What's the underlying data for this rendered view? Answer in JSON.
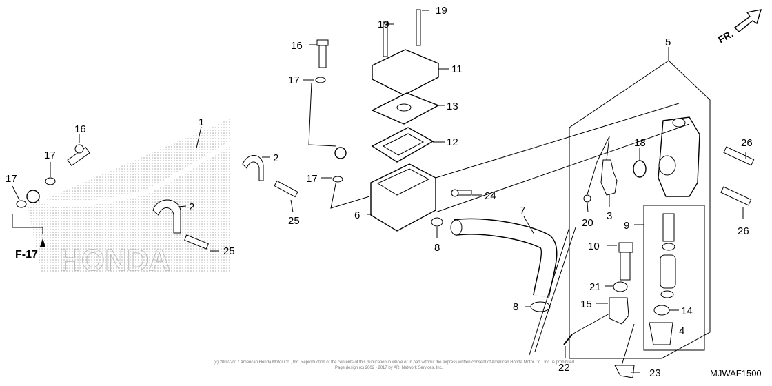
{
  "callouts": [
    {
      "id": "c1",
      "label": "1"
    },
    {
      "id": "c2a",
      "label": "2"
    },
    {
      "id": "c2b",
      "label": "2"
    },
    {
      "id": "c3",
      "label": "3"
    },
    {
      "id": "c4",
      "label": "4"
    },
    {
      "id": "c5",
      "label": "5"
    },
    {
      "id": "c6",
      "label": "6"
    },
    {
      "id": "c7",
      "label": "7"
    },
    {
      "id": "c8a",
      "label": "8"
    },
    {
      "id": "c8b",
      "label": "8"
    },
    {
      "id": "c9",
      "label": "9"
    },
    {
      "id": "c10",
      "label": "10"
    },
    {
      "id": "c11",
      "label": "11"
    },
    {
      "id": "c12",
      "label": "12"
    },
    {
      "id": "c13",
      "label": "13"
    },
    {
      "id": "c14",
      "label": "14"
    },
    {
      "id": "c15",
      "label": "15"
    },
    {
      "id": "c16a",
      "label": "16"
    },
    {
      "id": "c16b",
      "label": "16"
    },
    {
      "id": "c17a",
      "label": "17"
    },
    {
      "id": "c17b",
      "label": "17"
    },
    {
      "id": "c17c",
      "label": "17"
    },
    {
      "id": "c17d",
      "label": "17"
    },
    {
      "id": "c18",
      "label": "18"
    },
    {
      "id": "c19a",
      "label": "19"
    },
    {
      "id": "c19b",
      "label": "19"
    },
    {
      "id": "c20",
      "label": "20"
    },
    {
      "id": "c21",
      "label": "21"
    },
    {
      "id": "c22",
      "label": "22"
    },
    {
      "id": "c23",
      "label": "23"
    },
    {
      "id": "c24",
      "label": "24"
    },
    {
      "id": "c25a",
      "label": "25"
    },
    {
      "id": "c25b",
      "label": "25"
    },
    {
      "id": "c26a",
      "label": "26"
    },
    {
      "id": "c26b",
      "label": "26"
    }
  ],
  "reference": "F-17",
  "front_marker": "FR.",
  "diagram_code": "MJWAF1500",
  "watermark": "HONDA",
  "copyright_line1": "(c) 2002-2017 American Honda Motor Co., Inc. Reproduction of the contents of this publication in whole or in part without the express written consent of American Honda Motor Co., Inc. is prohibited.",
  "copyright_line2": "Page design (c) 2002 - 2017 by ARI Network Services, Inc."
}
